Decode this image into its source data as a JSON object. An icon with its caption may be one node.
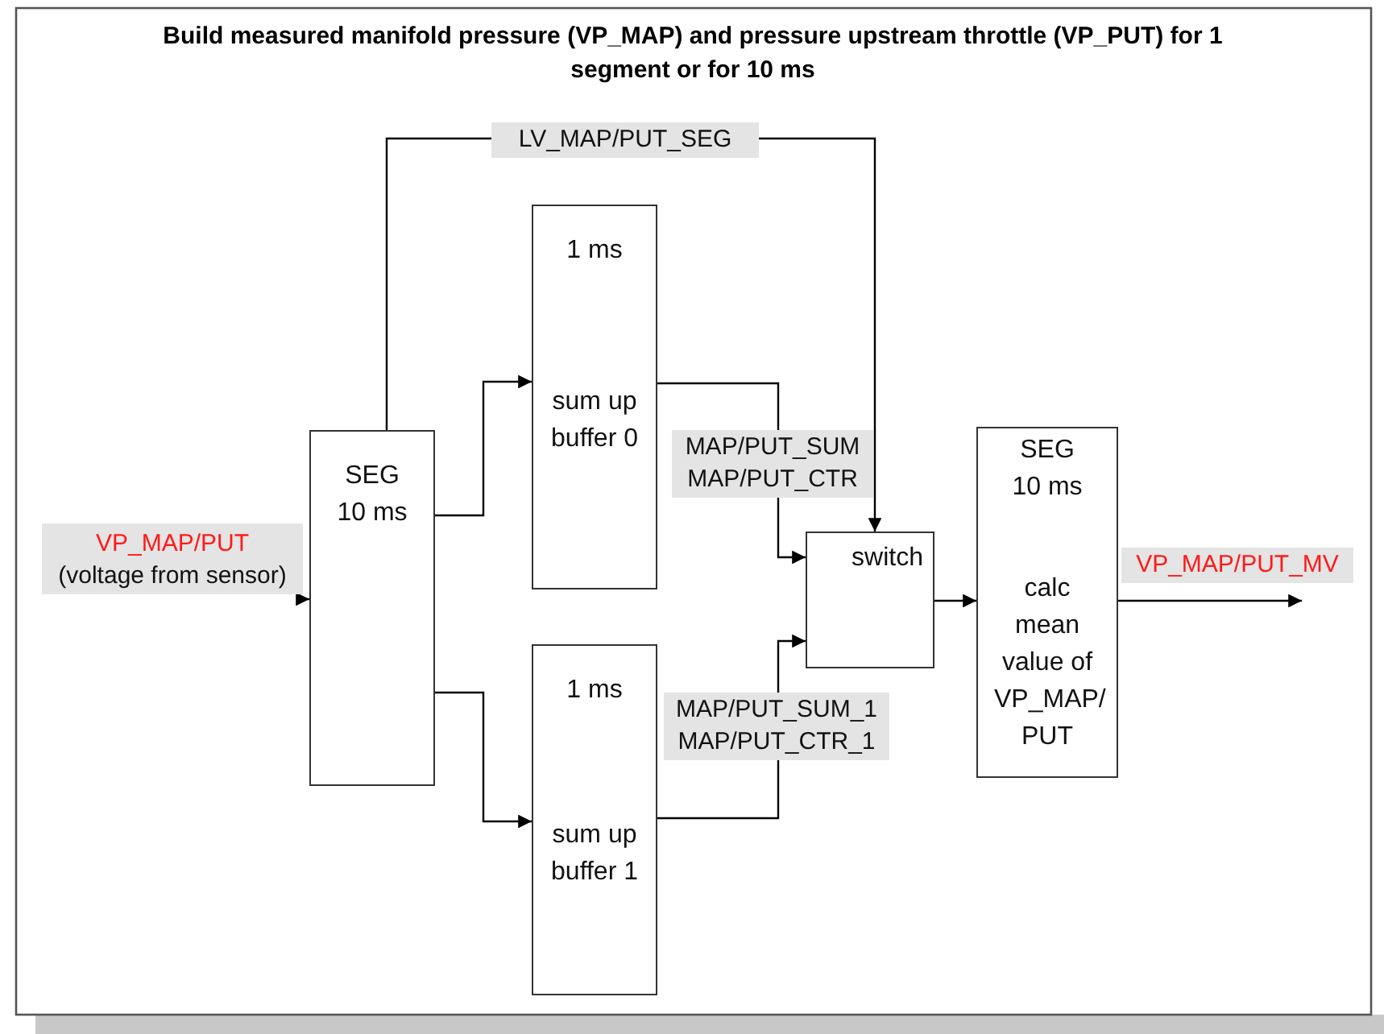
{
  "diagram": {
    "title": "Build measured manifold pressure (VP_MAP) and pressure upstream throttle (VP_PUT) for 1 segment or for 10 ms",
    "nodes": [
      {
        "text": [
          "VP_MAP/PUT",
          "(voltage from sensor)"
        ]
      },
      {
        "text": [
          "SEG 10 ms"
        ]
      },
      {
        "text": [
          "1 ms",
          "sum up buffer 0"
        ]
      },
      {
        "text": [
          "1 ms",
          "sum up buffer 1"
        ]
      },
      {
        "text": [
          "switch"
        ]
      },
      {
        "text": [
          "SEG 10 ms",
          "calc mean value of VP_MAP/ PUT"
        ]
      }
    ],
    "edges": [
      {
        "from": 0,
        "to": 1,
        "arrow": "to"
      },
      {
        "from": 1,
        "to": 2,
        "arrow": "to"
      },
      {
        "from": 1,
        "to": 3,
        "arrow": "to"
      },
      {
        "from": 1,
        "to": 4,
        "arrow": "to",
        "label": "LV_MAP/PUT_SEG"
      },
      {
        "from": 2,
        "to": 4,
        "arrow": "to",
        "label": "MAP/PUT_SUM MAP/PUT_CTR"
      },
      {
        "from": 3,
        "to": 4,
        "arrow": "to",
        "label": "MAP/PUT_SUM_1 MAP/PUT_CTR_1"
      },
      {
        "from": 4,
        "to": 5,
        "arrow": "to"
      },
      {
        "from": 5,
        "to": null,
        "arrow": "to",
        "label": "VP_MAP/PUT_MV"
      }
    ]
  }
}
